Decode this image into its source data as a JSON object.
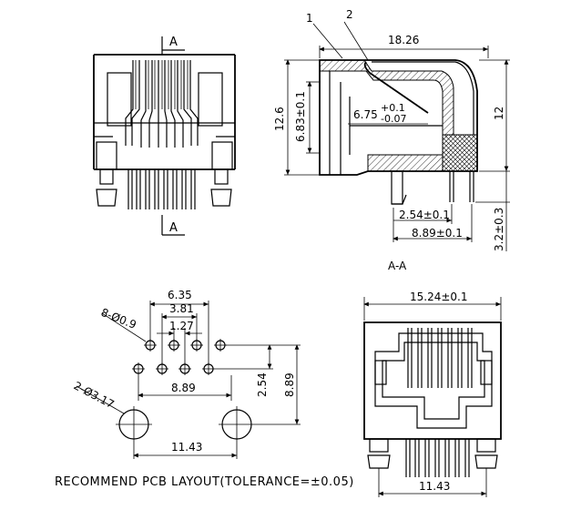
{
  "front_view": {
    "section_label_top": "A",
    "section_label_bottom": "A"
  },
  "side_section": {
    "callout_1": "1",
    "callout_2": "2",
    "dim_length": "18.26",
    "dim_height_total": "12.6",
    "dim_height_right": "12",
    "dim_683": "6.83±0.1",
    "dim_675": "6.75",
    "dim_675_plus": "+0.1",
    "dim_675_minus": "-0.07",
    "dim_254": "2.54±0.1",
    "dim_889": "8.89±0.1",
    "dim_32": "3.2±0.3",
    "section_name": "A-A"
  },
  "pcb_layout": {
    "dim_635": "6.35",
    "dim_381": "3.81",
    "dim_127": "1.27",
    "holes_small": "8-Ø0.9",
    "holes_large": "2-Ø3.17",
    "dim_889": "8.89",
    "dim_254": "2.54",
    "dim_889_v": "8.89",
    "dim_1143": "11.43",
    "caption": "RECOMMEND PCB LAYOUT(TOLERANCE=±0.05)"
  },
  "rear_view": {
    "dim_1524": "15.24±0.1",
    "dim_1143": "11.43"
  }
}
